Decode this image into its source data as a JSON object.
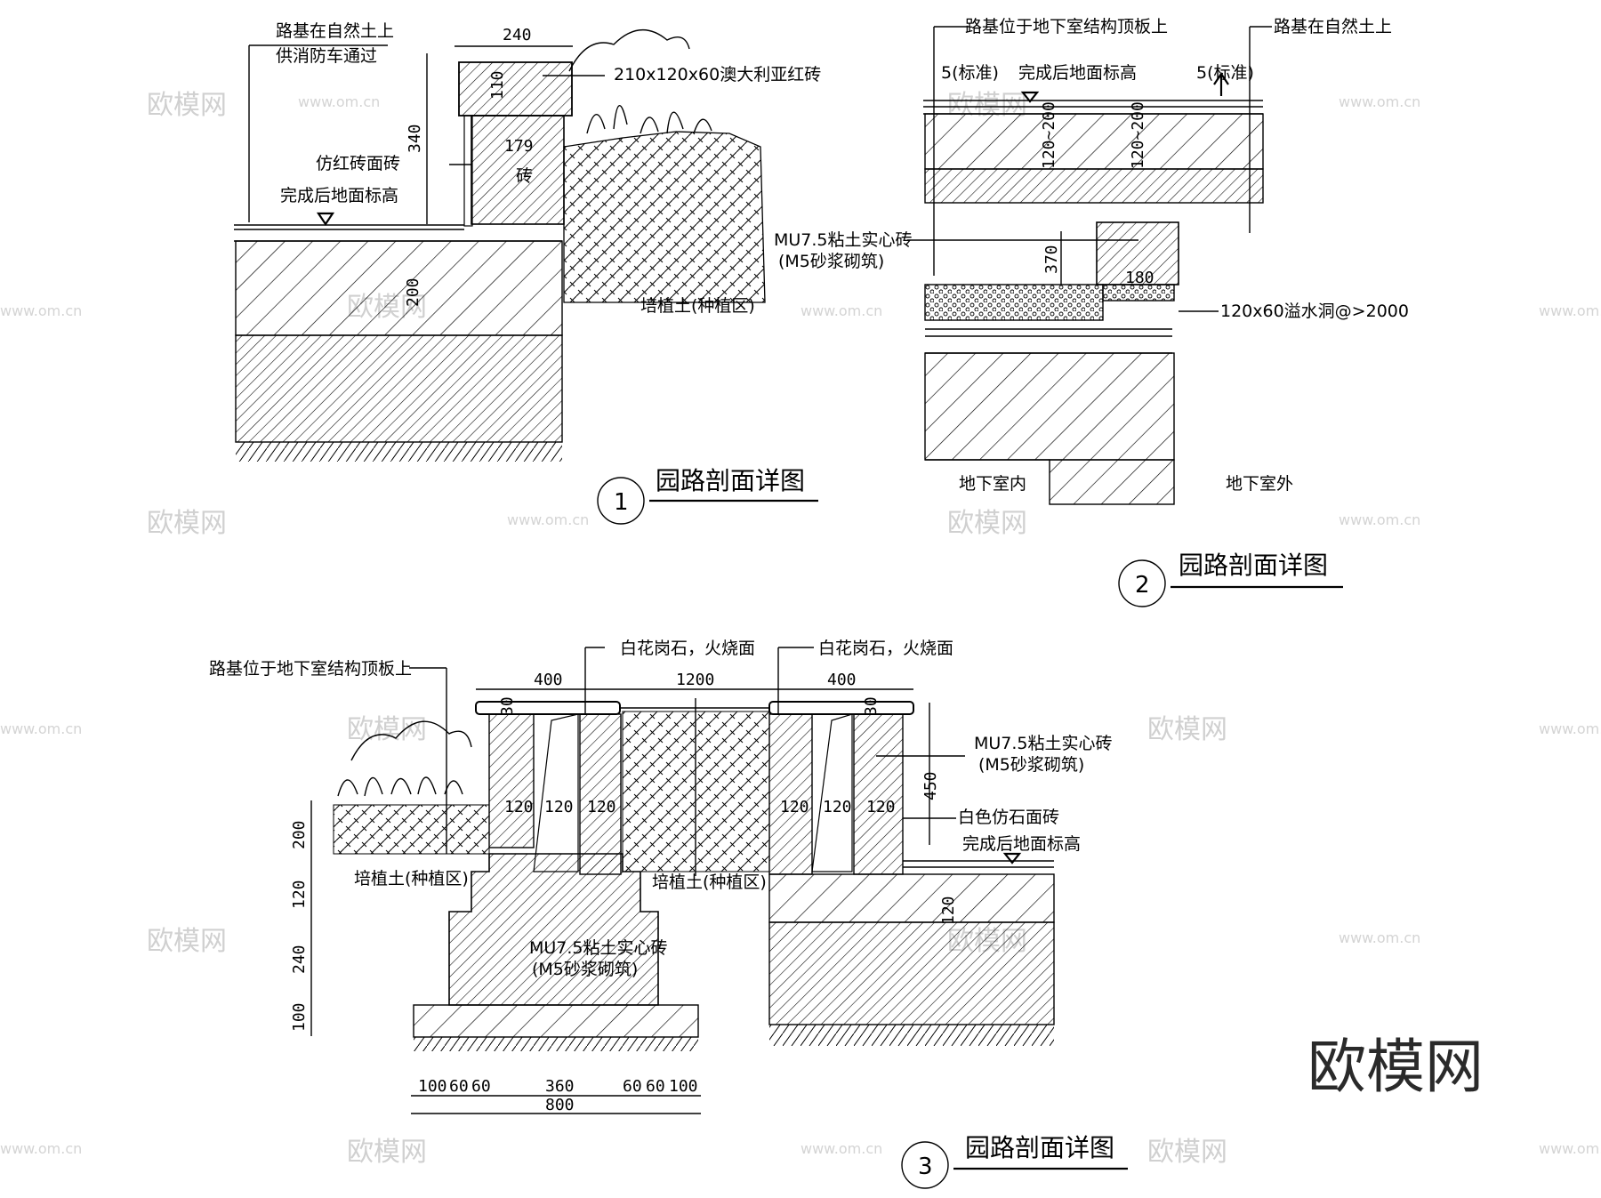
{
  "watermarks": {
    "logo_text": "欧模网",
    "url_text": "www.om.cn",
    "brand": "欧模网"
  },
  "detail1": {
    "title": "园路剖面详图",
    "number": "1",
    "label_subgrade": "路基在自然土上",
    "label_fire": "供消防车通过",
    "label_cap": "210x120x60澳大利亚红砖",
    "label_face": "仿红砖面砖",
    "label_finish": "完成后地面标高",
    "label_soil": "培植土(种植区)",
    "label_brick": "砖",
    "dims": {
      "top": "240",
      "cap_h": "110",
      "wall_h": "340",
      "wall_w": "179",
      "base_h": "200"
    }
  },
  "detail2": {
    "title": "园路剖面详图",
    "number": "2",
    "label_roof": "路基位于地下室结构顶板上",
    "label_natural": "路基在自然土上",
    "label_finish": "完成后地面标高",
    "label_std_left": "5(标准)",
    "label_std_right": "5(标准)",
    "label_brick": "MU7.5粘土实心砖",
    "label_mortar": "(M5砂浆砌筑)",
    "label_hole": "120x60溢水洞@>2000",
    "label_in": "地下室内",
    "label_out": "地下室外",
    "dims": {
      "base_left": "120~200",
      "base_right": "120~200",
      "wall_h": "370",
      "wall_w": "180"
    }
  },
  "detail3": {
    "title": "园路剖面详图",
    "number": "3",
    "label_roof": "路基位于地下室结构顶板上",
    "label_granite_left": "白花岗石，火烧面",
    "label_granite_right": "白花岗石，火烧面",
    "label_brick_right": "MU7.5粘土实心砖",
    "label_mortar_right": "(M5砂浆砌筑)",
    "label_white_tile": "白色仿石面砖",
    "label_finish": "完成后地面标高",
    "label_soil_left": "培植土(种植区)",
    "label_soil_mid": "培植土(种植区)",
    "label_brick_mid": "MU7.5粘土实心砖",
    "label_mortar_mid": "(M5砂浆砌筑)",
    "dims": {
      "top_left": "400",
      "top_mid": "1200",
      "top_right": "400",
      "cap_left": "30",
      "cap_right": "30",
      "wall_a": "120",
      "wall_b": "120",
      "wall_c": "120",
      "wall_d": "120",
      "wall_e": "120",
      "wall_f": "120",
      "right_h": "450",
      "right_base": "120",
      "v_200": "200",
      "v_120": "120",
      "v_240": "240",
      "v_100": "100",
      "b_100a": "100",
      "b_60a": "60",
      "b_60b": "60",
      "b_360": "360",
      "b_60c": "60",
      "b_60d": "60",
      "b_100b": "100",
      "b_total": "800"
    }
  }
}
